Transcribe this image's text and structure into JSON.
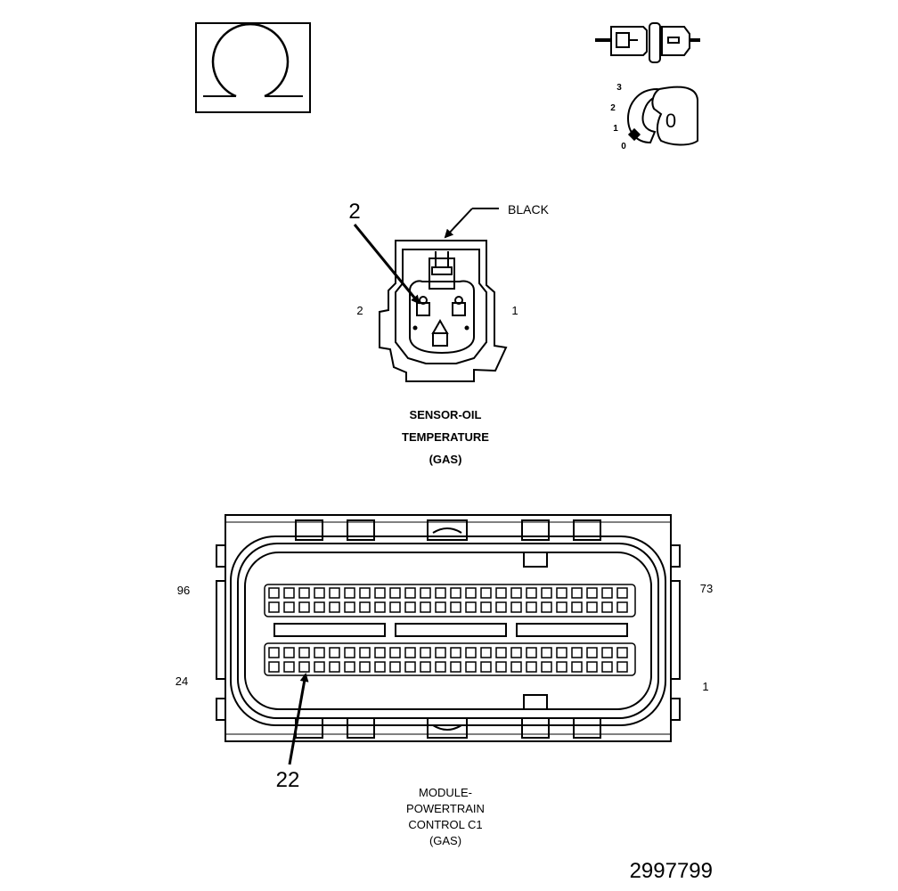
{
  "meter_icon": {
    "symbol": "ohm-icon"
  },
  "switch_icon": {
    "positions": [
      "3",
      "2",
      "1",
      "0"
    ],
    "knob_label": "0"
  },
  "sensor_connector": {
    "color_label": "BLACK",
    "callout": "2",
    "pin_left": "2",
    "pin_right": "1",
    "title_lines": [
      "SENSOR-OIL",
      "TEMPERATURE",
      "(GAS)"
    ]
  },
  "pcm_connector": {
    "pin_top_left": "96",
    "pin_top_right": "73",
    "pin_bottom_left": "24",
    "pin_bottom_right": "1",
    "callout": "22",
    "title_lines": [
      "MODULE-",
      "POWERTRAIN",
      "CONTROL C1",
      "(GAS)"
    ]
  },
  "figure_id": "2997799"
}
